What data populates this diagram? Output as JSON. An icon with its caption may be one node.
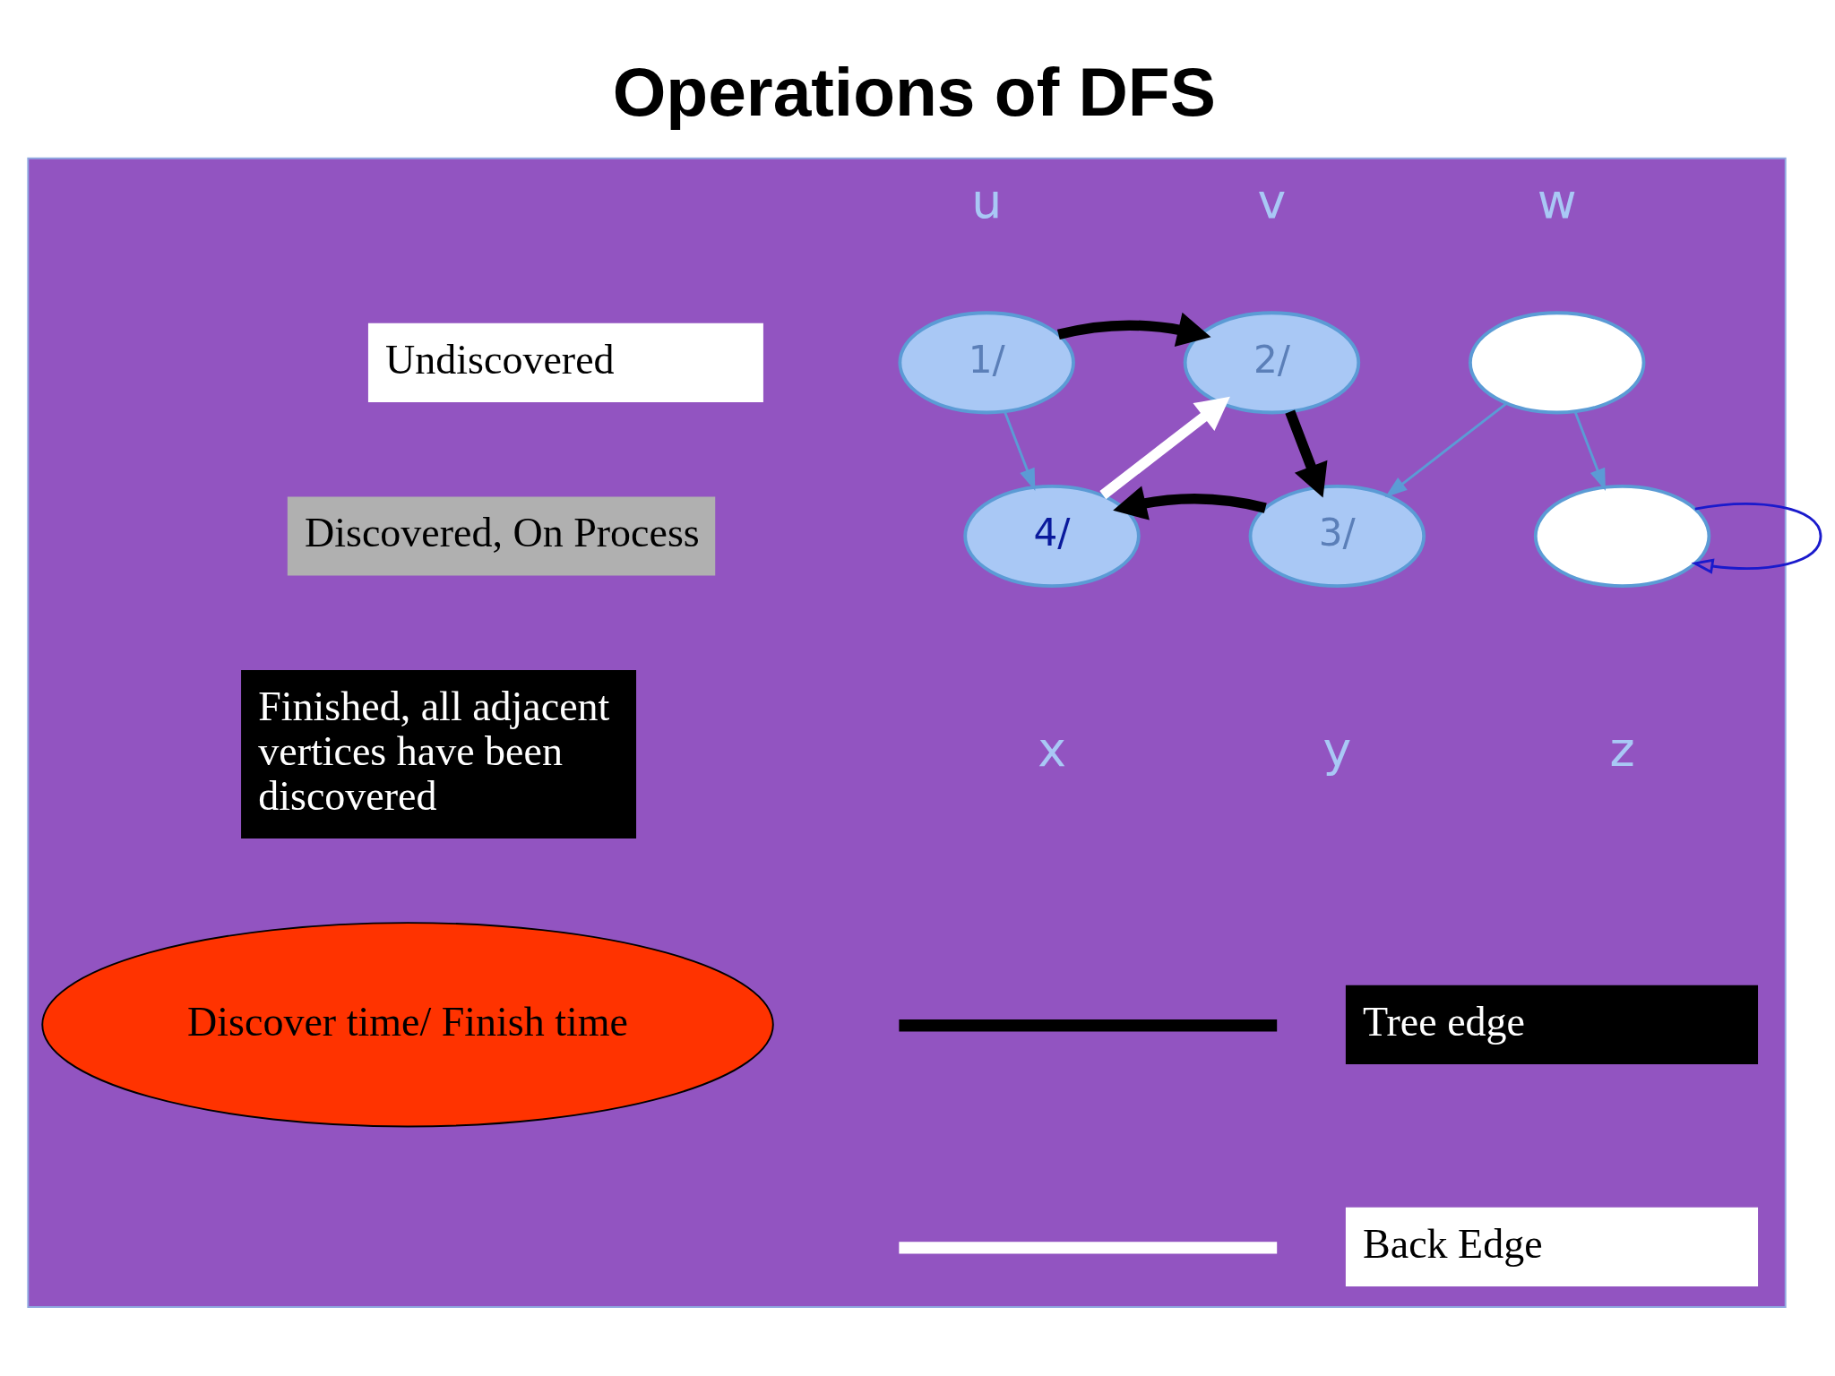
{
  "diagram": {
    "title": "Operations of DFS",
    "nodes": [
      {
        "text": [],
        "shape": "box"
      },
      {
        "text": [
          "1/"
        ],
        "beside": [
          "u"
        ],
        "in": 0
      },
      {
        "text": [
          "2/"
        ],
        "beside": [
          "v"
        ],
        "in": 0
      },
      {
        "text": [],
        "shape": "circle",
        "beside": [
          "w"
        ],
        "in": 0
      },
      {
        "text": [
          "4/"
        ],
        "beside": [
          "x"
        ],
        "in": 0
      },
      {
        "text": [
          "3/"
        ],
        "beside": [
          "y"
        ],
        "in": 0
      },
      {
        "text": [],
        "shape": "circle",
        "beside": [
          "z"
        ],
        "in": 0
      }
    ],
    "edges": [
      {
        "from": 1,
        "to": 2,
        "arrow": "to",
        "style": "thick",
        "color": "#000000"
      },
      {
        "from": 1,
        "to": 4,
        "arrow": "to",
        "color": "#5b9bd5"
      },
      {
        "from": 4,
        "to": 2,
        "arrow": "to",
        "style": "thick",
        "color": "#ffffff"
      },
      {
        "from": 2,
        "to": 5,
        "arrow": "to",
        "style": "thick",
        "color": "#000000"
      },
      {
        "from": 5,
        "to": 4,
        "arrow": "to",
        "style": "thick",
        "color": "#000000"
      },
      {
        "from": 3,
        "to": 5,
        "arrow": "to",
        "color": "#5b9bd5"
      },
      {
        "from": 3,
        "to": 6,
        "arrow": "to",
        "color": "#5b9bd5"
      },
      {
        "from": 6,
        "to": 6,
        "arrow": "to",
        "color": "#1a1acc"
      }
    ],
    "legend": [
      {
        "text": "Undiscovered",
        "color": "#ffffff"
      },
      {
        "text": "Discovered, On Process",
        "color": "#b0b0b0"
      },
      {
        "text": "Finished, all adjacent vertices have been discovered",
        "color": "#000000"
      },
      {
        "text": "Discover time/ Finish time",
        "color": "#ff3300"
      },
      {
        "text": "Tree edge"
      },
      {
        "text": "Back Edge"
      }
    ]
  }
}
